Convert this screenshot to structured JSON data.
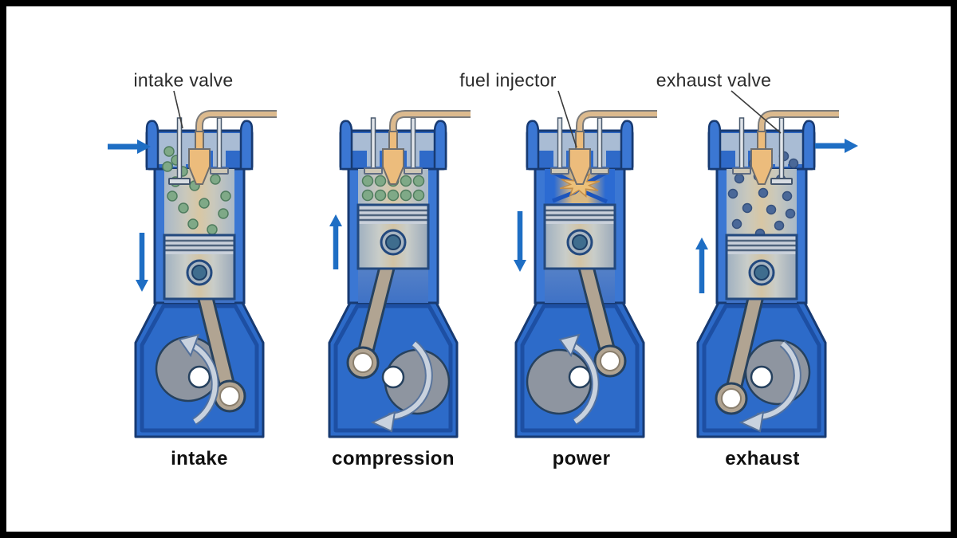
{
  "figure": {
    "subject": "four-stroke engine cycle",
    "background": "#ffffff",
    "frame_color": "#000000"
  },
  "callouts": [
    {
      "id": "intake-valve",
      "label": "intake valve"
    },
    {
      "id": "fuel-injector",
      "label": "fuel injector"
    },
    {
      "id": "exhaust-valve",
      "label": "exhaust valve"
    }
  ],
  "stages": [
    {
      "name": "intake",
      "piston_position": "mid-low",
      "piston_motion": "down",
      "chamber_contents": "intake-air-green-dots",
      "open_valve": "intake",
      "gas_flow_arrow": "in-left",
      "crank_pin": "lower-right",
      "rotation_arrow_side": "left"
    },
    {
      "name": "compression",
      "piston_position": "high",
      "piston_motion": "up",
      "chamber_contents": "compressed-green-dots",
      "open_valve": "none",
      "gas_flow_arrow": "none",
      "crank_pin": "left",
      "rotation_arrow_side": "right"
    },
    {
      "name": "power",
      "piston_position": "high",
      "piston_motion": "down",
      "chamber_contents": "combustion-explosion",
      "open_valve": "none",
      "gas_flow_arrow": "none",
      "crank_pin": "upper-right",
      "rotation_arrow_side": "left"
    },
    {
      "name": "exhaust",
      "piston_position": "mid-low",
      "piston_motion": "up",
      "chamber_contents": "exhaust-blue-dots",
      "open_valve": "exhaust",
      "gas_flow_arrow": "out-right",
      "crank_pin": "lower-left",
      "rotation_arrow_side": "right"
    }
  ],
  "colors": {
    "engine_blue": "#2d6bc9",
    "wall_blue": "#3b77d3",
    "head_blue": "#2f6ac8",
    "port_light_blue": "#a9bcd4",
    "outline_navy": "#173a72",
    "piston_silver": "#c9d0da",
    "rod_tan": "#b1a492",
    "crank_grey": "#8e95a0",
    "injector_tan": "#ecbc7c",
    "fuel_tube_tan": "#dcba8e",
    "arrow_blue": "#1e6ec4",
    "rotation_arrow_silver": "#c9d2de",
    "intake_gas_green": "#7fa987",
    "exhaust_gas_blue": "#4a6898",
    "explosion_tan": "#ecc078",
    "explosion_blue": "#1c55bd",
    "combustion_chamber_blue": "#2c6bd2",
    "label_text": "#2b2b2b",
    "stage_label_text": "#0f0f0f"
  }
}
